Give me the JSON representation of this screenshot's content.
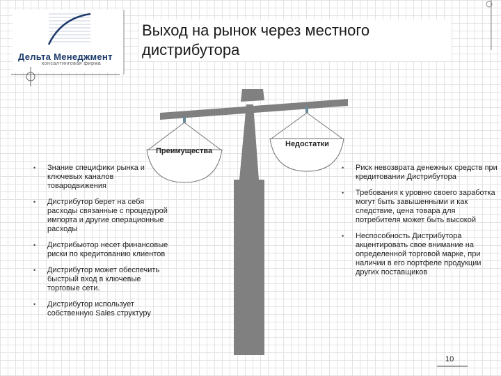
{
  "logo": {
    "name": "Дельта Менеджмент",
    "subtitle": "консалтинговая фирма"
  },
  "title": "Выход на рынок через местного дистрибутора",
  "scale": {
    "left_label": "Преимущества",
    "right_label": "Недостатки"
  },
  "advantages": [
    "Знание специфики рынка и ключевых каналов товародвижения",
    "Дистрибутор берет на себя расходы связанные с процедурой импорта и другие операционные расходы",
    "Дистрибьютор несет финансовые риски по кредитованию клиентов",
    "Дистрибутор может обеспечить быстрый вход в ключевые торговые сети.",
    "Дистрибутор использует собственную Sales структуру"
  ],
  "disadvantages": [
    "Риск невозврата денежных средств при кредитовании Дистрибутора",
    "Требования к уровню своего заработка могут быть завышенными и как следствие, цена товара для потребителя может быть высокой",
    "Неспособность Дистрибутора акцентировать свое внимание на определенной торговой марке, при наличии в его портфеле продукции других поставщиков"
  ],
  "page_number": "10",
  "colors": {
    "scale": "#808080",
    "logo_blue": "#1c3a6b"
  }
}
